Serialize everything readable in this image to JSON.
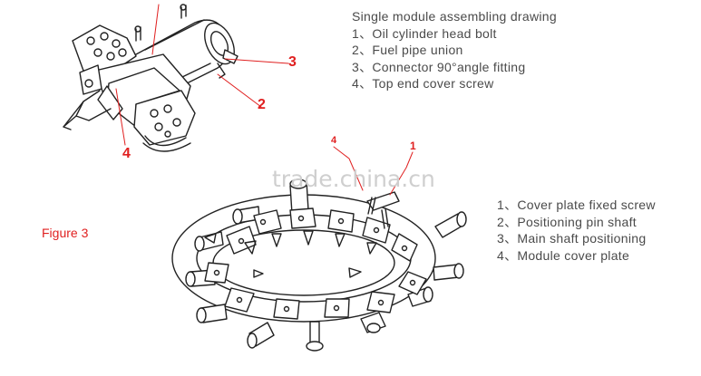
{
  "top_legend": {
    "title": "Single module assembling drawing",
    "items": [
      "1、Oil cylinder head bolt",
      "2、Fuel pipe union",
      "3、Connector  90°angle fitting",
      "4、Top end cover screw"
    ]
  },
  "bottom_legend": {
    "items": [
      "1、Cover plate fixed screw",
      "2、Positioning pin shaft",
      "3、Main shaft positioning",
      "4、Module cover plate"
    ]
  },
  "figure_label": "Figure 3",
  "watermark": "trade.china.cn",
  "callouts_top": {
    "c2": "2",
    "c3": "3",
    "c4": "4"
  },
  "callouts_bottom": {
    "c1": "1",
    "c4": "4"
  },
  "colors": {
    "callout": "#e02020",
    "line_art": "#222222",
    "text": "#4a4a4a"
  }
}
